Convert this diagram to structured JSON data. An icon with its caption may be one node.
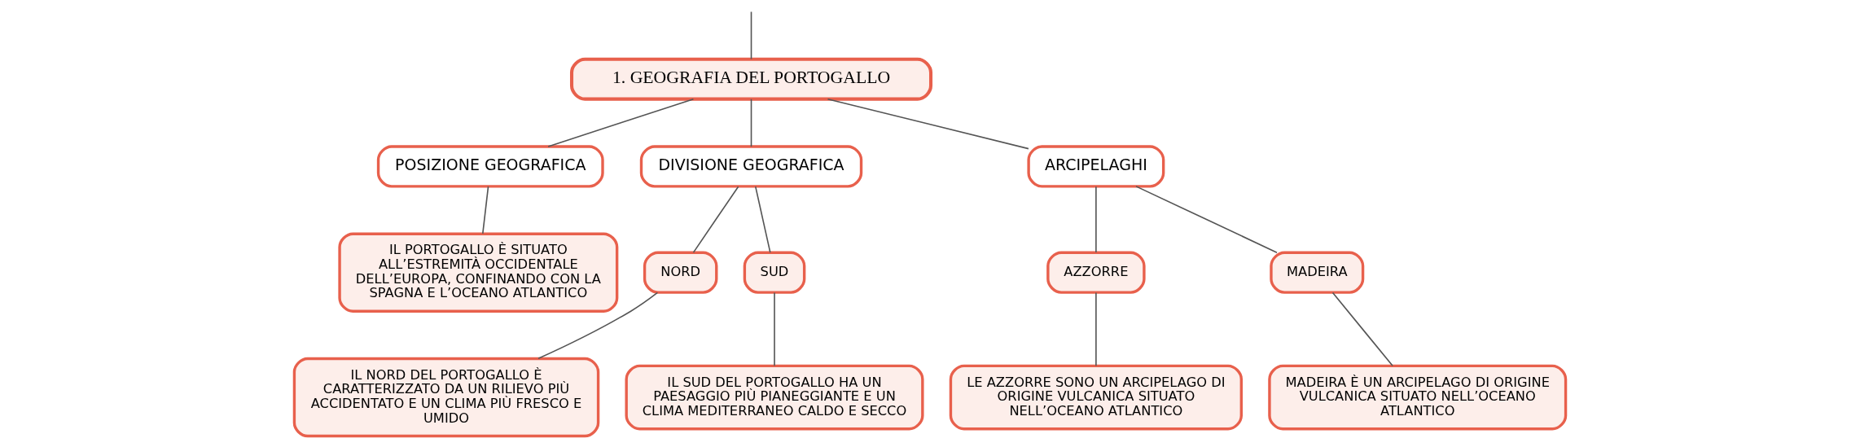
{
  "diagram": {
    "nodes": [
      {
        "text": [
          "1. GEOGRAFIA DEL PORTOGALLO"
        ]
      },
      {
        "text": [
          "POSIZIONE GEOGRAFICA"
        ]
      },
      {
        "text": [
          "DIVISIONE GEOGRAFICA"
        ]
      },
      {
        "text": [
          "ARCIPELAGHI"
        ]
      },
      {
        "text": [
          "IL PORTOGALLO È SITUATO ALL’ESTREMITÀ OCCIDENTALE DELL’EUROPA, CONFINANDO CON LA SPAGNA E L’OCEANO ATLANTICO"
        ]
      },
      {
        "text": [
          "NORD"
        ]
      },
      {
        "text": [
          "SUD"
        ]
      },
      {
        "text": [
          "AZZORRE"
        ]
      },
      {
        "text": [
          "MADEIRA"
        ]
      },
      {
        "text": [
          "IL NORD DEL PORTOGALLO È CARATTERIZZATO DA UN RILIEVO PIÙ ACCIDENTATO E UN CLIMA PIÙ FRESCO E UMIDO"
        ]
      },
      {
        "text": [
          "IL SUD DEL PORTOGALLO HA UN PAESAGGIO PIÙ PIANEGGIANTE E UN CLIMA MEDITERRANEO CALDO E SECCO"
        ]
      },
      {
        "text": [
          "LE AZZORRE SONO UN ARCIPELAGO DI ORIGINE VULCANICA SITUATO NELL’OCEANO ATLANTICO"
        ]
      },
      {
        "text": [
          "MADEIRA È UN ARCIPELAGO DI ORIGINE VULCANICA SITUATO NELL’OCEANO ATLANTICO"
        ]
      }
    ],
    "edges": [
      {
        "from": null,
        "to": 0,
        "arrow": "none"
      },
      {
        "from": 0,
        "to": 1,
        "arrow": "none"
      },
      {
        "from": 0,
        "to": 2,
        "arrow": "none"
      },
      {
        "from": 0,
        "to": 3,
        "arrow": "none"
      },
      {
        "from": 1,
        "to": 4,
        "arrow": "none"
      },
      {
        "from": 2,
        "to": 5,
        "arrow": "none"
      },
      {
        "from": 2,
        "to": 6,
        "arrow": "none"
      },
      {
        "from": 3,
        "to": 7,
        "arrow": "none"
      },
      {
        "from": 3,
        "to": 8,
        "arrow": "none"
      },
      {
        "from": 5,
        "to": 9,
        "arrow": "none"
      },
      {
        "from": 6,
        "to": 10,
        "arrow": "none"
      },
      {
        "from": 7,
        "to": 11,
        "arrow": "none"
      },
      {
        "from": 8,
        "to": 12,
        "arrow": "none"
      }
    ]
  }
}
